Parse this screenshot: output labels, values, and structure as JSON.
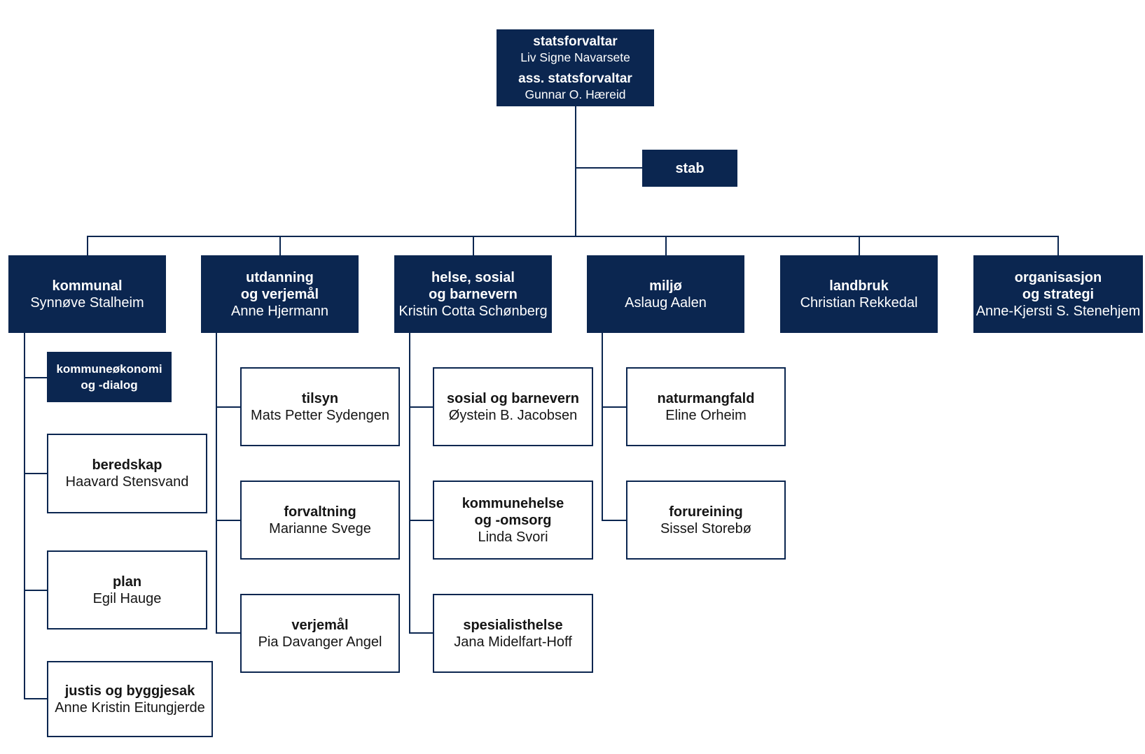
{
  "leadership": {
    "title": "statsforvaltar",
    "name": "Liv Signe Navarsete",
    "deputy_title": "ass. statsforvaltar",
    "deputy_name": "Gunnar O. Hæreid"
  },
  "staff": {
    "title": "stab"
  },
  "departments": [
    {
      "title": "kommunal",
      "head": "Synnøve Stalheim",
      "units": [
        {
          "title": "kommuneøkonomi\nog -dialog"
        },
        {
          "title": "beredskap",
          "head": "Haavard Stensvand"
        },
        {
          "title": "plan",
          "head": "Egil Hauge"
        },
        {
          "title": "justis og byggjesak",
          "head": "Anne Kristin Eitungjerde"
        }
      ]
    },
    {
      "title": "utdanning\nog verjemål",
      "head": "Anne Hjermann",
      "units": [
        {
          "title": "tilsyn",
          "head": "Mats Petter Sydengen"
        },
        {
          "title": "forvaltning",
          "head": "Marianne Svege"
        },
        {
          "title": "verjemål",
          "head": "Pia Davanger Angel"
        }
      ]
    },
    {
      "title": "helse, sosial\nog barnevern",
      "head": "Kristin Cotta Schønberg",
      "units": [
        {
          "title": "sosial og barnevern",
          "head": "Øystein B. Jacobsen"
        },
        {
          "title": "kommunehelse\nog -omsorg",
          "head": "Linda Svori"
        },
        {
          "title": "spesialisthelse",
          "head": "Jana Midelfart-Hoff"
        }
      ]
    },
    {
      "title": "miljø",
      "head": "Aslaug Aalen",
      "units": [
        {
          "title": "naturmangfald",
          "head": "Eline Orheim"
        },
        {
          "title": "forureining",
          "head": "Sissel Storebø"
        }
      ]
    },
    {
      "title": "landbruk",
      "head": "Christian Rekkedal"
    },
    {
      "title": "organisasjon\nog strategi",
      "head": "Anne-Kjersti S. Stenehjem"
    }
  ],
  "colors": {
    "navy": "#0b2650",
    "text_dark": "#151515",
    "background": "#ffffff"
  }
}
